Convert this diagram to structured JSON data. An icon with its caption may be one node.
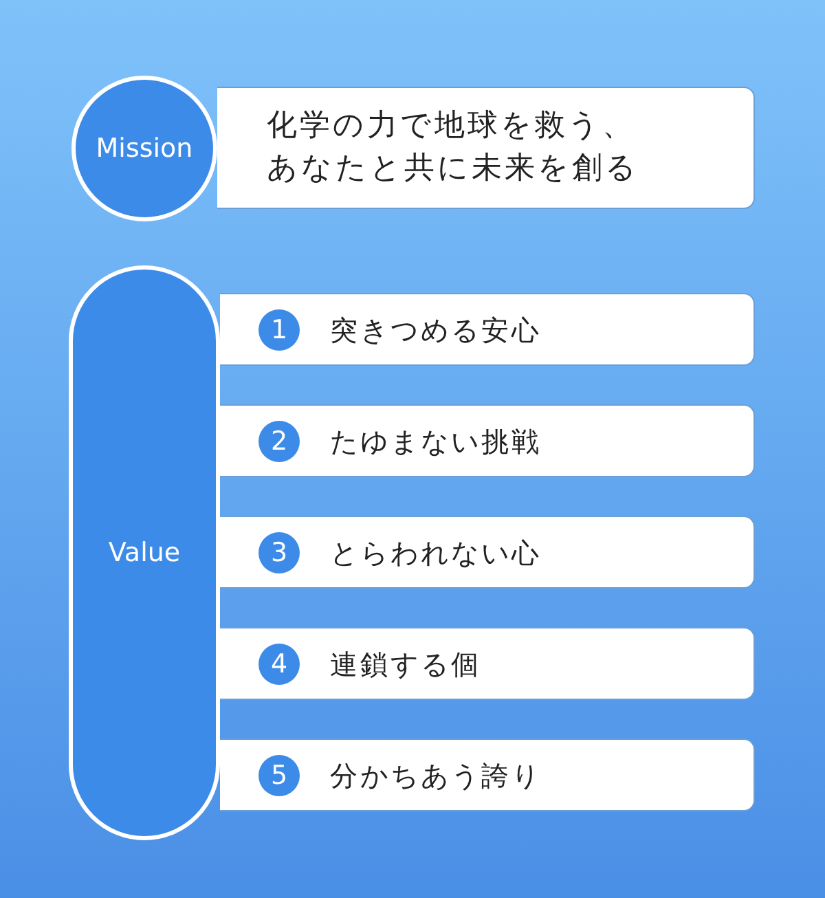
{
  "diagram": {
    "nodes": [
      {
        "text": [
          "Mission"
        ]
      },
      {
        "text": [
          "化学の力で地球を救う、あなたと共に未来を創る"
        ]
      },
      {
        "text": [
          "Value"
        ]
      },
      {
        "text": [
          "1",
          "突きつめる安心"
        ]
      },
      {
        "text": [
          "2",
          "たゆまない挑戦"
        ]
      },
      {
        "text": [
          "3",
          "とらわれない心"
        ]
      },
      {
        "text": [
          "4",
          "連鎖する個"
        ]
      },
      {
        "text": [
          "5",
          "分かちあう誇り"
        ]
      }
    ]
  }
}
